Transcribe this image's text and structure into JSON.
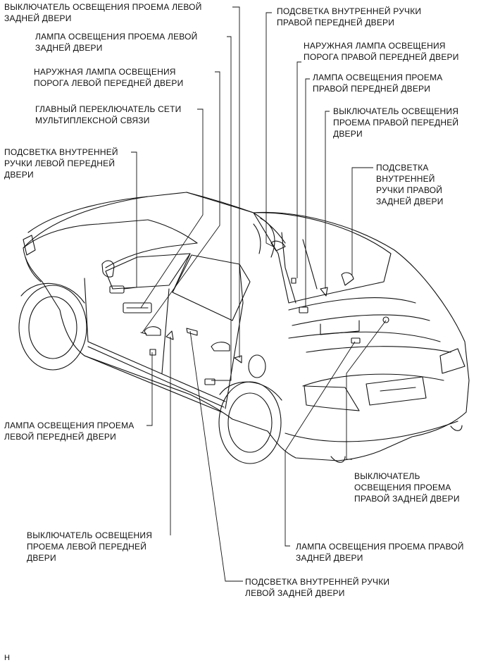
{
  "figure_code": "H",
  "labels": {
    "lr_door_switch": [
      "ВЫКЛЮЧАТЕЛЬ ОСВЕЩЕНИЯ ПРОЕМА ЛЕВОЙ",
      "ЗАДНЕЙ ДВЕРИ"
    ],
    "lr_door_lamp": [
      "ЛАМПА ОСВЕЩЕНИЯ ПРОЕМА ЛЕВОЙ",
      "ЗАДНЕЙ ДВЕРИ"
    ],
    "lf_scuff_lamp": [
      "НАРУЖНАЯ ЛАМПА ОСВЕЩЕНИЯ",
      "ПОРОГА ЛЕВОЙ ПЕРЕДНЕЙ ДВЕРИ"
    ],
    "multiplex_switch": [
      "ГЛАВНЫЙ ПЕРЕКЛЮЧАТЕЛЬ СЕТИ",
      "МУЛЬТИПЛЕКСНОЙ СВЯЗИ"
    ],
    "lf_inner_handle": [
      "ПОДСВЕТКА ВНУТРЕННЕЙ",
      "РУЧКИ ЛЕВОЙ ПЕРЕДНЕЙ",
      "ДВЕРИ"
    ],
    "rf_inner_handle": [
      "ПОДСВЕТКА ВНУТРЕННЕЙ РУЧКИ",
      "ПРАВОЙ ПЕРЕДНЕЙ ДВЕРИ"
    ],
    "rf_scuff_lamp": [
      "НАРУЖНАЯ ЛАМПА ОСВЕЩЕНИЯ",
      "ПОРОГА ПРАВОЙ ПЕРЕДНЕЙ ДВЕРИ"
    ],
    "rf_door_lamp": [
      "ЛАМПА ОСВЕЩЕНИЯ ПРОЕМА",
      "ПРАВОЙ ПЕРЕДНЕЙ ДВЕРИ"
    ],
    "rf_door_switch": [
      "ВЫКЛЮЧАТЕЛЬ ОСВЕЩЕНИЯ",
      "ПРОЕМА ПРАВОЙ ПЕРЕДНЕЙ",
      "ДВЕРИ"
    ],
    "rr_inner_handle": [
      "ПОДСВЕТКА",
      "ВНУТРЕННЕЙ",
      "РУЧКИ ПРАВОЙ",
      "ЗАДНЕЙ ДВЕРИ"
    ],
    "lf_door_lamp": [
      "ЛАМПА ОСВЕЩЕНИЯ ПРОЕМА",
      "ЛЕВОЙ ПЕРЕДНЕЙ ДВЕРИ"
    ],
    "rr_door_switch": [
      "ВЫКЛЮЧАТЕЛЬ",
      "ОСВЕЩЕНИЯ ПРОЕМА",
      "ПРАВОЙ ЗАДНЕЙ ДВЕРИ"
    ],
    "lf_door_switch": [
      "ВЫКЛЮЧАТЕЛЬ ОСВЕЩЕНИЯ",
      "ПРОЕМА ЛЕВОЙ ПЕРЕДНЕЙ",
      "ДВЕРИ"
    ],
    "rr_door_lamp": [
      "ЛАМПА ОСВЕЩЕНИЯ ПРОЕМА ПРАВОЙ",
      "ЗАДНЕЙ ДВЕРИ"
    ],
    "lr_inner_handle": [
      "ПОДСВЕТКА ВНУТРЕННЕЙ РУЧКИ",
      "ЛЕВОЙ ЗАДНЕЙ ДВЕРИ"
    ]
  }
}
